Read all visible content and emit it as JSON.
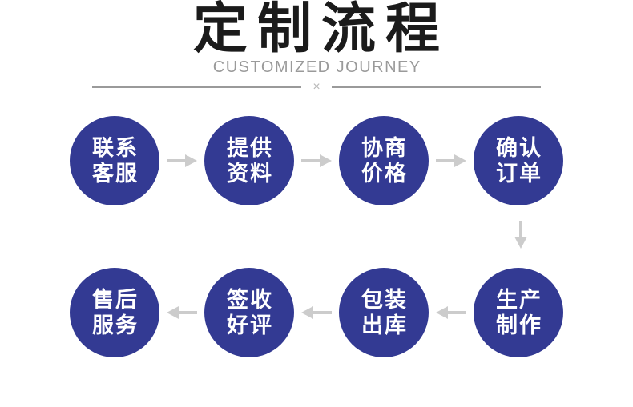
{
  "header": {
    "title": "定制流程",
    "subtitle": "CUSTOMIZED JOURNEY",
    "divider_mark": "×"
  },
  "colors": {
    "circle": "#333a93",
    "text": "#ffffff",
    "arrow": "#cccccc",
    "title": "#1b1b1b",
    "subtitle": "#9a9a9a",
    "divider": "#9a9a9a",
    "mark": "#b8b8b8"
  },
  "flow": {
    "row1_arrow_direction": "right",
    "connector_direction": "down",
    "row2_arrow_direction": "left",
    "row1": [
      {
        "line1": "联系",
        "line2": "客服"
      },
      {
        "line1": "提供",
        "line2": "资料"
      },
      {
        "line1": "协商",
        "line2": "价格"
      },
      {
        "line1": "确认",
        "line2": "订单"
      }
    ],
    "row2": [
      {
        "line1": "售后",
        "line2": "服务"
      },
      {
        "line1": "签收",
        "line2": "好评"
      },
      {
        "line1": "包装",
        "line2": "出库"
      },
      {
        "line1": "生产",
        "line2": "制作"
      }
    ]
  }
}
